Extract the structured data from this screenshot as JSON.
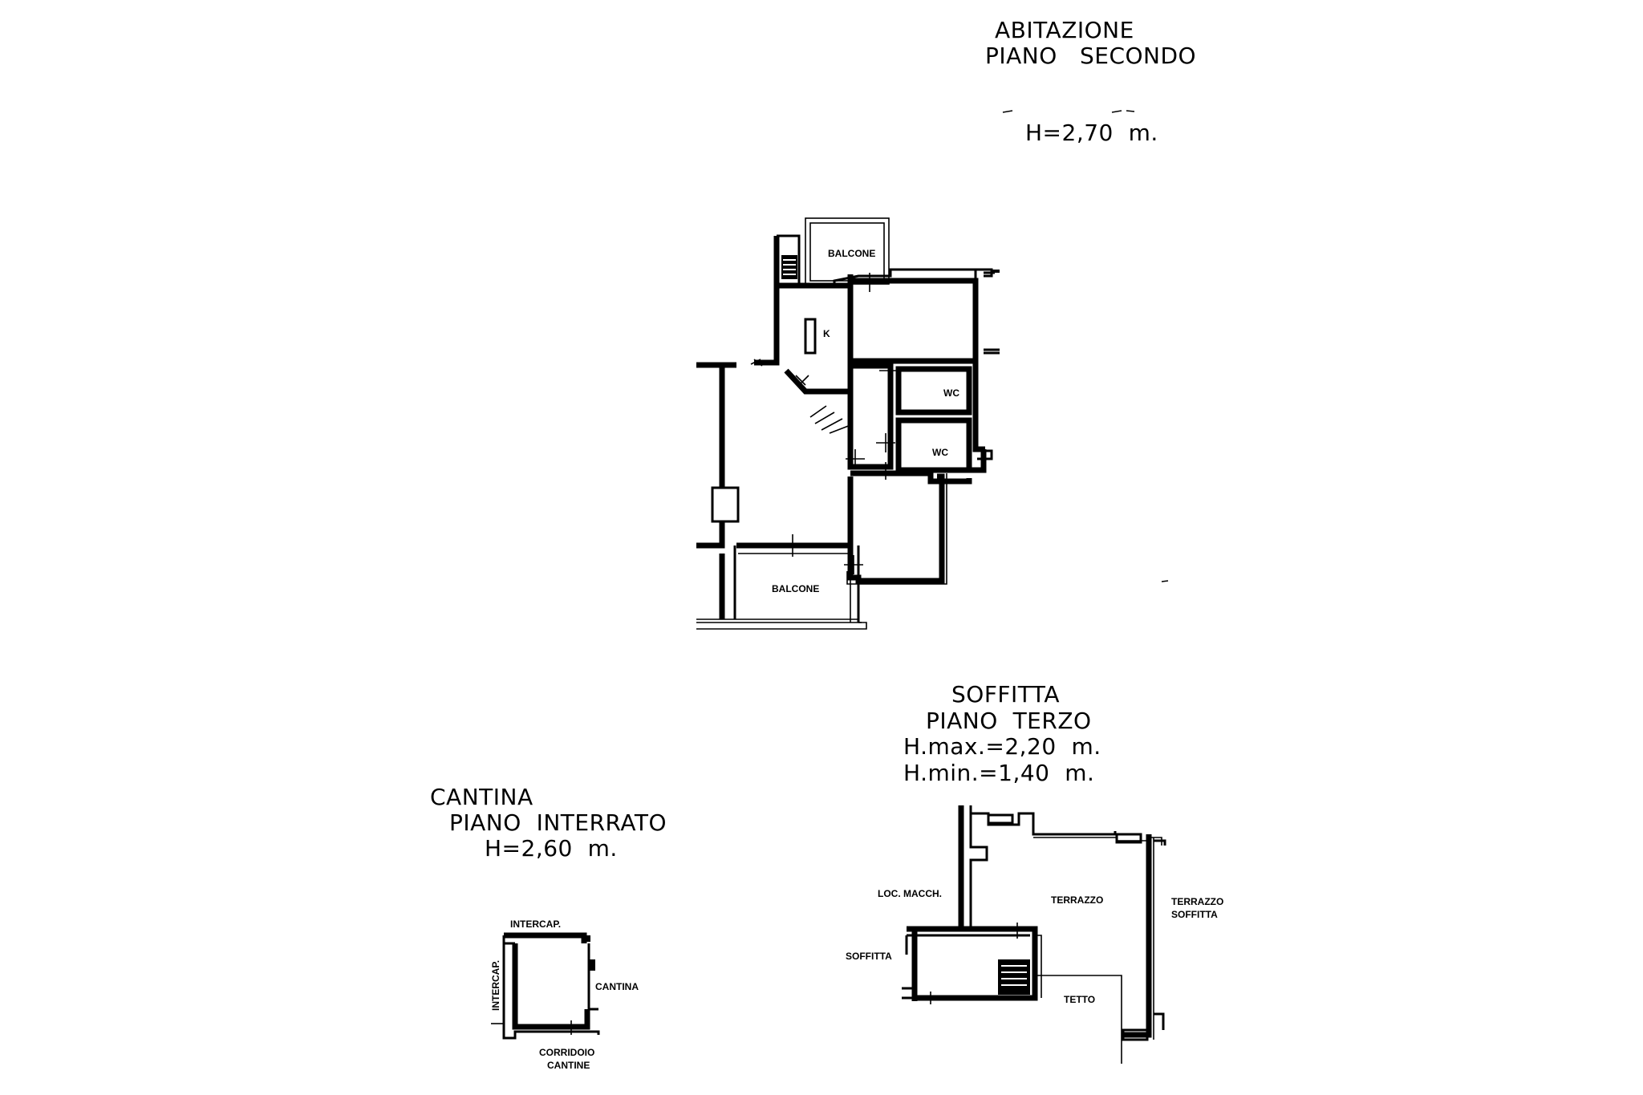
{
  "abitazione": {
    "title": "ABITAZIONE",
    "floor": "PIANO   SECONDO",
    "height": "H=2,70  m.",
    "rooms": {
      "balcone_top": "BALCONE",
      "kitchen": "K",
      "wc_1": "WC",
      "wc_2": "WC",
      "balcone_bottom": "BALCONE"
    }
  },
  "soffitta": {
    "title": "SOFFITTA",
    "floor": "PIANO  TERZO",
    "h_max": "H.max.=2,20  m.",
    "h_min": "H.min.=1,40  m.",
    "rooms": {
      "loc_macch": "LOC. MACCH.",
      "terrazzo": "TERRAZZO",
      "terrazzo_soffitta_1": "TERRAZZO",
      "terrazzo_soffitta_2": "SOFFITTA",
      "soffitta": "SOFFITTA",
      "tetto": "TETTO"
    }
  },
  "cantina": {
    "title": "CANTINA",
    "floor": "PIANO  INTERRATO",
    "height": "H=2,60  m.",
    "rooms": {
      "intercap_top": "INTERCAP.",
      "intercap_side": "INTERCAP.",
      "cantina": "CANTINA",
      "corridoio_1": "CORRIDOIO",
      "corridoio_2": "CANTINE"
    }
  }
}
